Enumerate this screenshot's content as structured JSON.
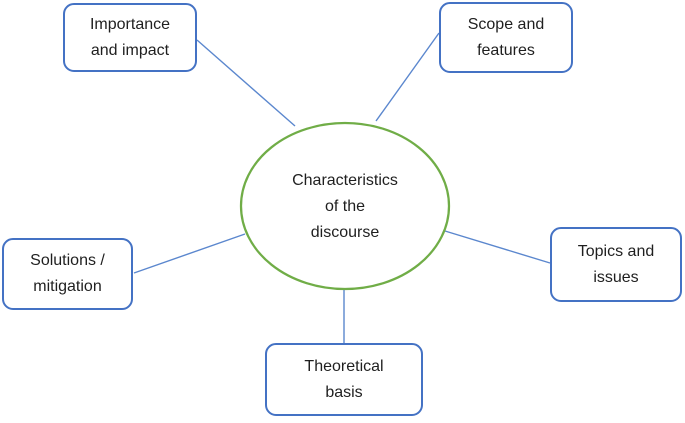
{
  "diagram": {
    "center": {
      "id": "characteristics-of-the-discourse",
      "label": "Characteristics\nof the\ndiscourse"
    },
    "nodes": [
      {
        "id": "importance-impact",
        "label": "Importance\nand impact",
        "position": "top-left"
      },
      {
        "id": "scope-features",
        "label": "Scope and\nfeatures",
        "position": "top-right"
      },
      {
        "id": "solutions-mitigation",
        "label": "Solutions /\nmitigation",
        "position": "left"
      },
      {
        "id": "topics-issues",
        "label": "Topics and\nissues",
        "position": "right"
      },
      {
        "id": "theoretical-basis",
        "label": "Theoretical\nbasis",
        "position": "bottom"
      }
    ],
    "colors": {
      "node_border": "#4472c4",
      "connector": "#5b87ce",
      "ellipse_border": "#70ad47",
      "text": "#1f1f1f",
      "background": "#ffffff"
    }
  }
}
